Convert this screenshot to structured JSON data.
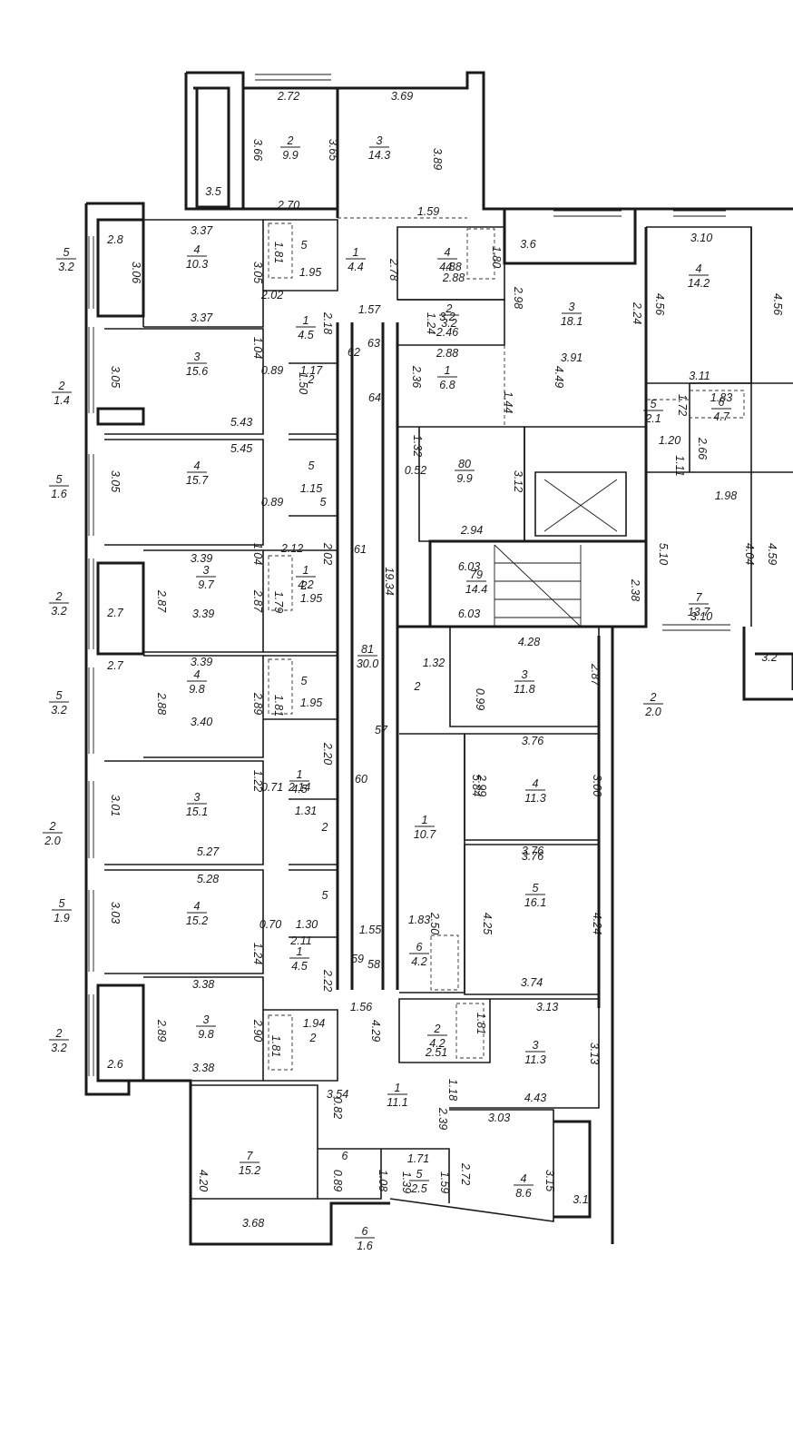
{
  "rooms": [
    {
      "n": "2",
      "a": "9.9"
    },
    {
      "n": "3",
      "a": "14.3"
    },
    {
      "n": "4",
      "a": "10.3"
    },
    {
      "n": "5",
      "a": ""
    },
    {
      "n": "1",
      "a": "4.4"
    },
    {
      "n": "4",
      "a": "4.8"
    },
    {
      "n": "3",
      "a": "18.1"
    },
    {
      "n": "4",
      "a": "14.2"
    },
    {
      "n": "2",
      "a": "3.2"
    },
    {
      "n": "1",
      "a": "4.5"
    },
    {
      "n": "3",
      "a": "15.6"
    },
    {
      "n": "2",
      "a": ""
    },
    {
      "n": "1",
      "a": "6.8"
    },
    {
      "n": "5",
      "a": "2.1"
    },
    {
      "n": "6",
      "a": "4.7"
    },
    {
      "n": "80",
      "a": "9.9"
    },
    {
      "n": "4",
      "a": "15.7"
    },
    {
      "n": "5",
      "a": ""
    },
    {
      "n": "1",
      "a": "4.2"
    },
    {
      "n": "3",
      "a": "9.7"
    },
    {
      "n": "2",
      "a": ""
    },
    {
      "n": "79",
      "a": "14.4"
    },
    {
      "n": "7",
      "a": "13.7"
    },
    {
      "n": "81",
      "a": "30.0"
    },
    {
      "n": "4",
      "a": "9.8"
    },
    {
      "n": "5",
      "a": ""
    },
    {
      "n": "2",
      "a": ""
    },
    {
      "n": "3",
      "a": "11.8"
    },
    {
      "n": "1",
      "a": "4.5"
    },
    {
      "n": "4",
      "a": "11.3"
    },
    {
      "n": "3",
      "a": "15.1"
    },
    {
      "n": "2",
      "a": ""
    },
    {
      "n": "1",
      "a": "10.7"
    },
    {
      "n": "5",
      "a": "16.1"
    },
    {
      "n": "4",
      "a": "15.2"
    },
    {
      "n": "5",
      "a": ""
    },
    {
      "n": "6",
      "a": "4.2"
    },
    {
      "n": "1",
      "a": "4.5"
    },
    {
      "n": "3",
      "a": "9.8"
    },
    {
      "n": "2",
      "a": ""
    },
    {
      "n": "2",
      "a": "4.2"
    },
    {
      "n": "3",
      "a": "11.3"
    },
    {
      "n": "1",
      "a": "11.1"
    },
    {
      "n": "7",
      "a": "15.2"
    },
    {
      "n": "6",
      "a": ""
    },
    {
      "n": "5",
      "a": "2.5"
    },
    {
      "n": "4",
      "a": "8.6"
    },
    {
      "n": "2",
      "a": "2.0"
    },
    {
      "n": "5",
      "a": "3.2"
    },
    {
      "n": "2",
      "a": "1.4"
    },
    {
      "n": "5",
      "a": "1.6"
    },
    {
      "n": "2",
      "a": "3.2"
    },
    {
      "n": "5",
      "a": "3.2"
    },
    {
      "n": "2",
      "a": "2.0"
    },
    {
      "n": "5",
      "a": "1.9"
    },
    {
      "n": "2",
      "a": "3.2"
    },
    {
      "n": "6",
      "a": "1.6"
    }
  ],
  "dims": [
    "2.72",
    "3.69",
    "3.66",
    "3.65",
    "3.89",
    "3.5",
    "2.70",
    "1.59",
    "2.8",
    "3.37",
    "1.81",
    "2.78",
    "4.8",
    "1.80",
    "3.6",
    "3.10",
    "3.06",
    "3.05",
    "1.95",
    "2.88",
    "2.98",
    "2.24",
    "4.56",
    "4.56",
    "3.37",
    "2.02",
    "2.18",
    "1.57",
    "1.24",
    "2.46",
    "3.2",
    "1.04",
    "63",
    "62",
    "2.88",
    "3.91",
    "3.05",
    "0.89",
    "1.17",
    "1.50",
    "2.36",
    "4.49",
    "3.11",
    "64",
    "1.44",
    "1.83",
    "1.72",
    "5.43",
    "1.20",
    "2.66",
    "1.32",
    "5.45",
    "0.52",
    "3.12",
    "1.11",
    "1.98",
    "3.05",
    "1.15",
    "0.89",
    "5",
    "2.12",
    "1.04",
    "2.02",
    "61",
    "2.94",
    "5.10",
    "4.04",
    "4.59",
    "3.39",
    "2.87",
    "2.87",
    "1.95",
    "2.38",
    "1.79",
    "2.7",
    "3.39",
    "6.03",
    "19.34",
    "3.10",
    "3.39",
    "4.28",
    "3.2",
    "2.7",
    "2.88",
    "2.89",
    "1.81",
    "1.32",
    "2.87",
    "1.95",
    "0.99",
    "3.40",
    "2.20",
    "57",
    "3.76",
    "1.22",
    "2.14",
    "60",
    "0.71",
    "1.31",
    "5.84",
    "2.99",
    "3.00",
    "3.01",
    "5.27",
    "3.76",
    "5.28",
    "3.76",
    "1.83",
    "3.03",
    "0.70",
    "1.30",
    "2.50",
    "4.25",
    "4.24",
    "2.11",
    "1.55",
    "1.24",
    "59",
    "58",
    "2.22",
    "3.74",
    "3.38",
    "1.56",
    "3.13",
    "2.89",
    "2.90",
    "1.94",
    "4.29",
    "1.81",
    "1.81",
    "2.51",
    "3.13",
    "2.6",
    "3.38",
    "1.18",
    "4.43",
    "0.82",
    "3.54",
    "2.39",
    "3.03",
    "0.89",
    "4.20",
    "1.08",
    "1.71",
    "2.72",
    "3.15",
    "1.39",
    "1.59",
    "3.1",
    "3.68",
    "6.03"
  ]
}
